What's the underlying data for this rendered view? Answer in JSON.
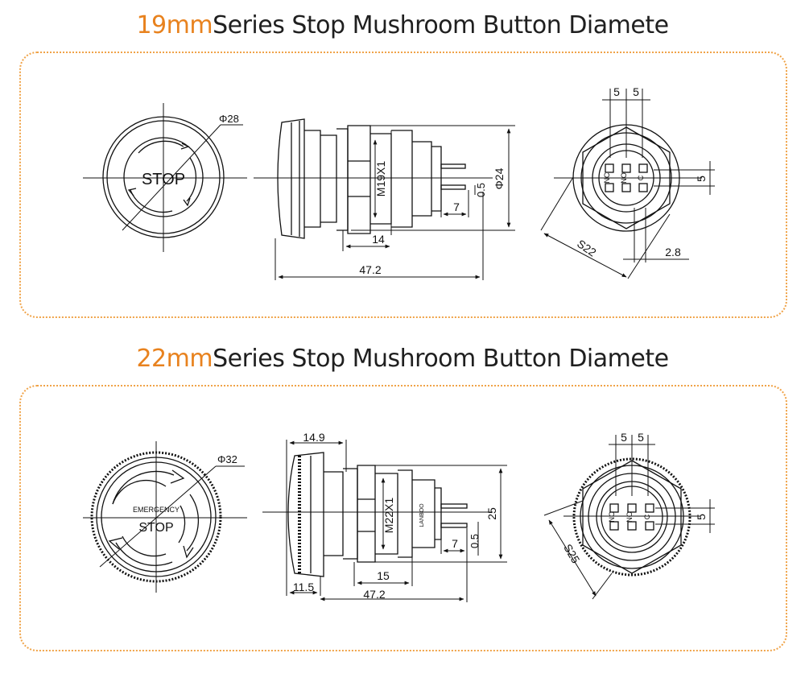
{
  "sections": [
    {
      "title_accent": "19mm",
      "title_rest": "Series Stop Mushroom Button Diamete",
      "front": {
        "diameter": "Φ28",
        "face_text": "STOP"
      },
      "side": {
        "thread": "M19X1",
        "height": "Φ24",
        "body_len": "14",
        "total_len": "47.2",
        "pin_len": "7",
        "pin_thk": "0.5"
      },
      "back": {
        "pitch_a": "5",
        "pitch_b": "5",
        "pitch_v": "5",
        "hex": "S22",
        "wall": "2.8",
        "pin_labels": [
          "NC",
          "NO",
          "C"
        ]
      }
    },
    {
      "title_accent": "22mm",
      "title_rest": "Series Stop Mushroom Button Diamete",
      "front": {
        "diameter": "Φ32",
        "face_text_top": "EMERGENCY",
        "face_text": "STOP"
      },
      "side": {
        "thread": "M22X1",
        "height": "25",
        "cap_len": "14.9",
        "body_len": "15",
        "cap_base": "11.5",
        "total_len": "47.2",
        "pin_len": "7",
        "pin_thk": "0.5",
        "brand": "LANBOO"
      },
      "back": {
        "pitch_a": "5",
        "pitch_b": "5",
        "pitch_v": "5",
        "hex": "S25",
        "pin_labels": [
          "NC",
          "NO",
          "C"
        ]
      }
    }
  ]
}
